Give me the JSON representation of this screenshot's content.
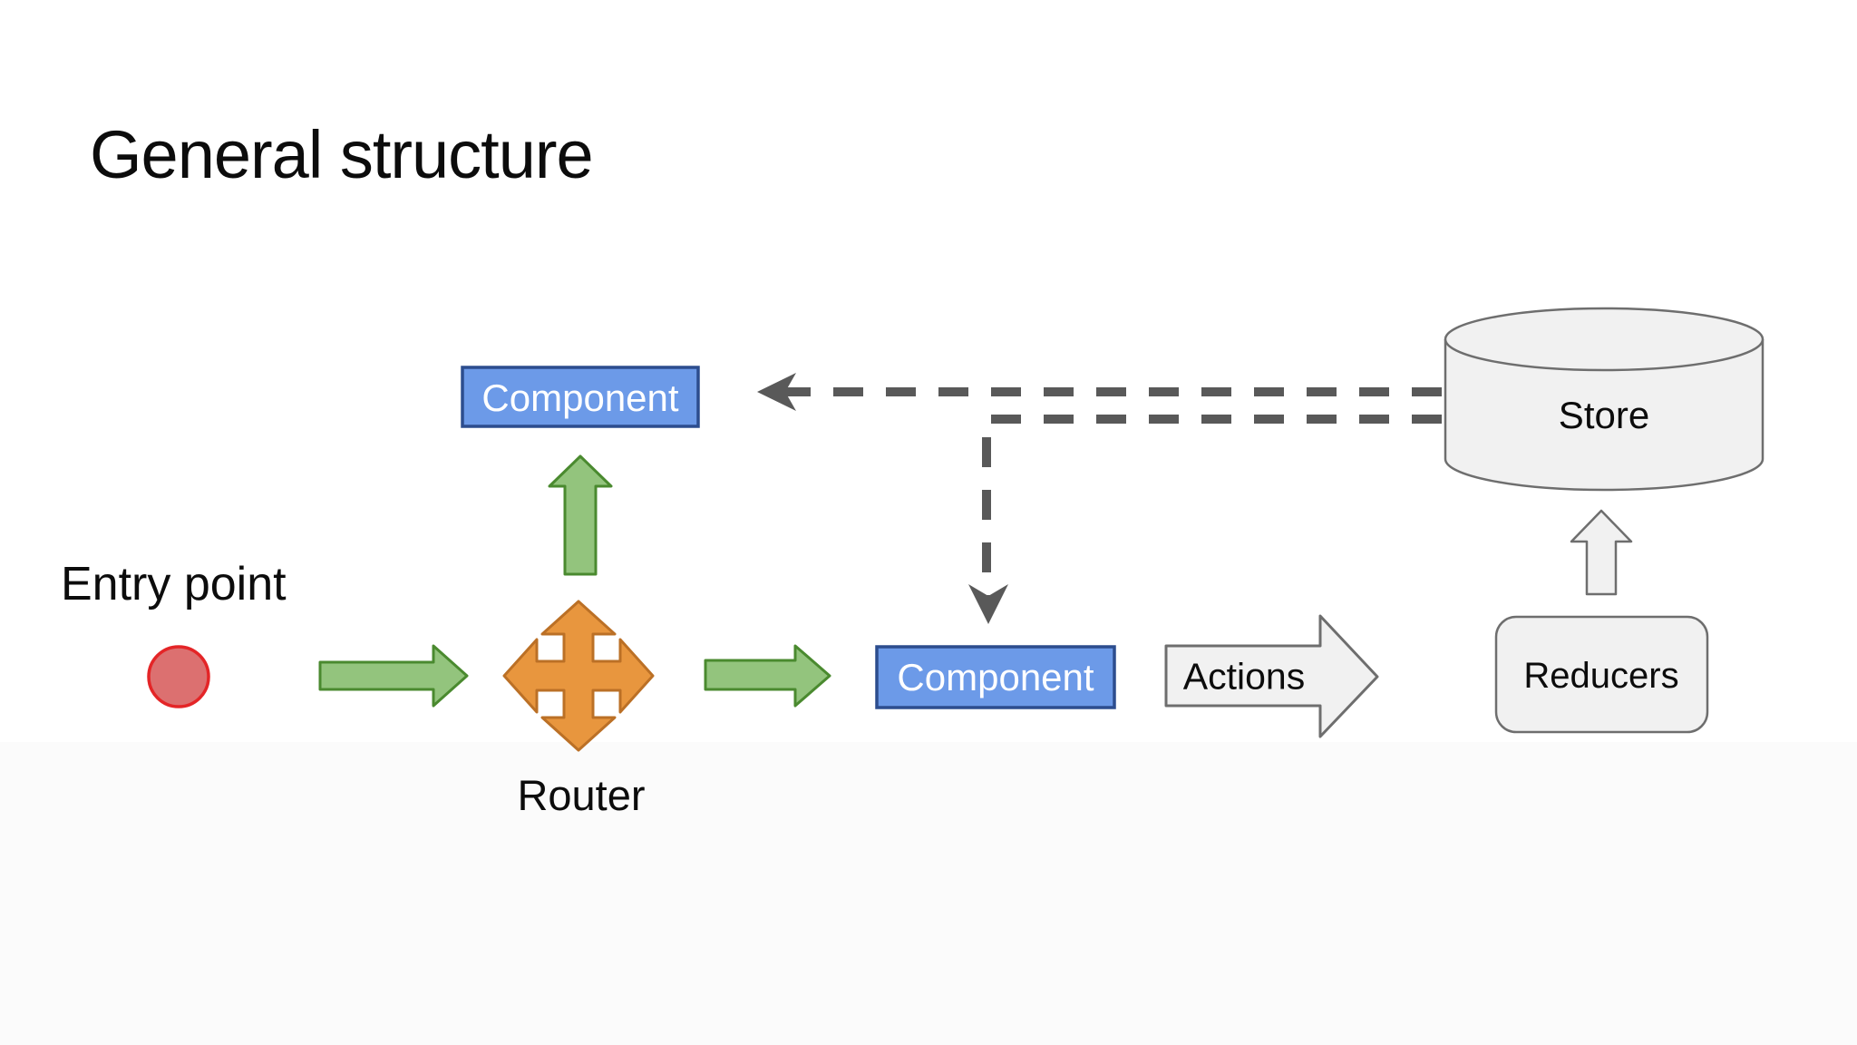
{
  "title": "General structure",
  "nodes": {
    "entry_point": "Entry point",
    "router": "Router",
    "component_top": "Component",
    "component_main": "Component",
    "actions": "Actions",
    "reducers": "Reducers",
    "store": "Store"
  },
  "colors": {
    "blue_fill": "#6c9ae8",
    "blue_stroke": "#2c4d8e",
    "green_fill": "#93c47d",
    "green_stroke": "#4a8a2f",
    "orange_fill": "#e8963e",
    "orange_stroke": "#bb7026",
    "red_fill": "#dc7070",
    "red_stroke": "#e42527",
    "gray_fill": "#f1f1f1",
    "gray_stroke": "#6e6e6e",
    "dash_line": "#595959",
    "text": "#0c0c0c"
  }
}
